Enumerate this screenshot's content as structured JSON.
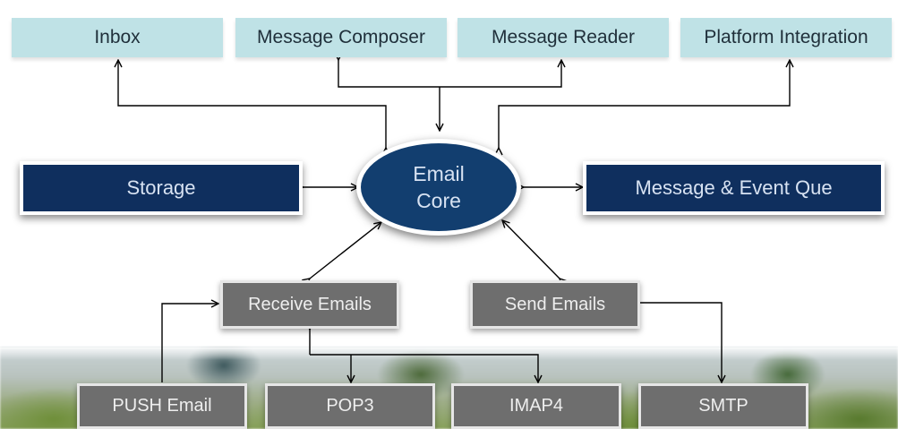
{
  "top_modules": {
    "inbox": "Inbox",
    "composer": "Message Composer",
    "reader": "Message Reader",
    "platform": "Platform Integration"
  },
  "core": {
    "line1": "Email",
    "line2": "Core"
  },
  "side_modules": {
    "storage": "Storage",
    "queue": "Message & Event Que"
  },
  "mid_modules": {
    "receive": "Receive Emails",
    "send": "Send Emails"
  },
  "protocols": {
    "push": "PUSH Email",
    "pop3": "POP3",
    "imap4": "IMAP4",
    "smtp": "SMTP"
  }
}
